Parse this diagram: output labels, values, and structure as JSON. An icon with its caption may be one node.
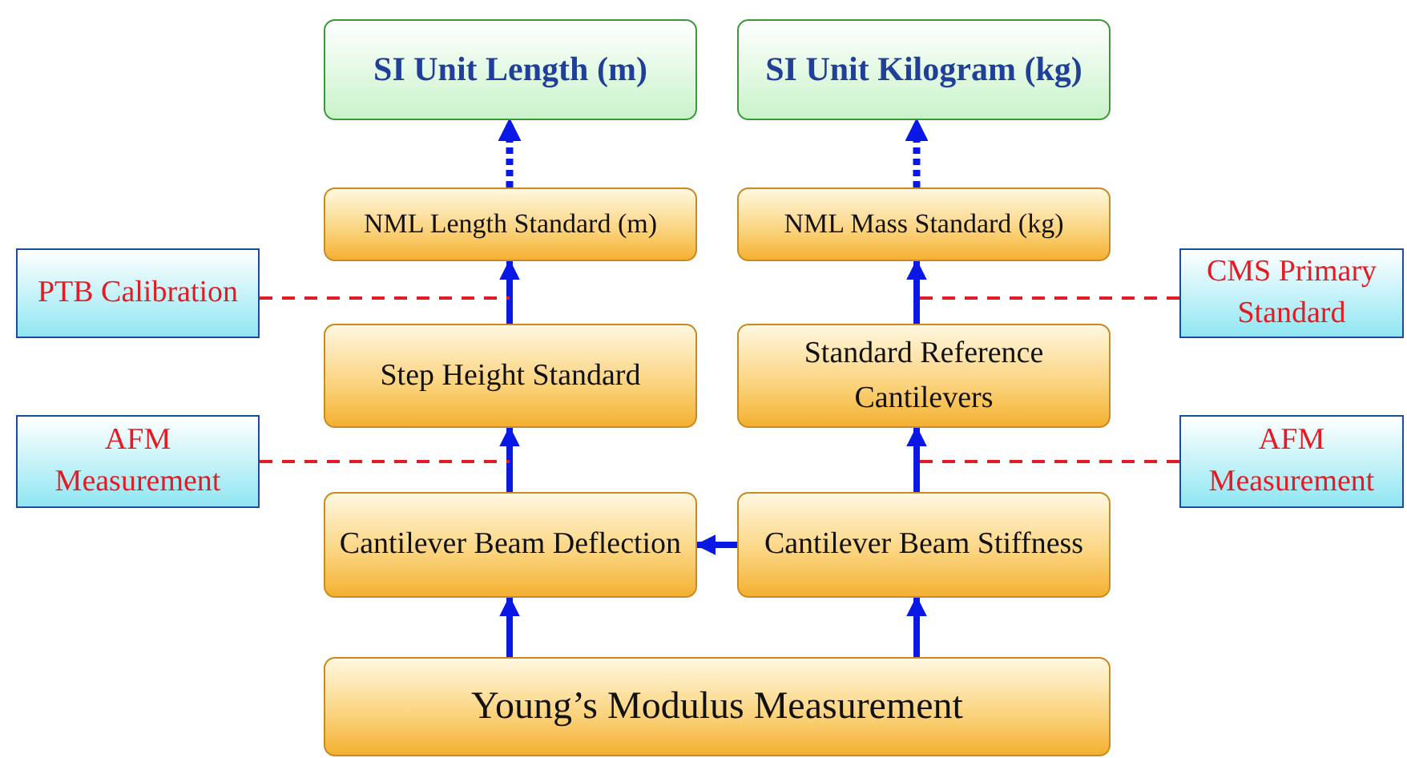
{
  "diagram": {
    "nodes": [
      {
        "text": [
          "SI Unit Length (m)"
        ]
      },
      {
        "text": [
          "SI Unit Kilogram (kg)"
        ]
      },
      {
        "text": [
          "PTB Calibration"
        ]
      },
      {
        "text": [
          "NML Length Standard (m)"
        ]
      },
      {
        "text": [
          "NML Mass Standard (kg)"
        ]
      },
      {
        "text": [
          "CMS Primary Standard"
        ]
      },
      {
        "text": [
          "Step Height Standard"
        ]
      },
      {
        "text": [
          "Standard Reference Cantilevers"
        ]
      },
      {
        "text": [
          "AFM Measurement"
        ]
      },
      {
        "text": [
          "AFM Measurement"
        ]
      },
      {
        "text": [
          "Cantilever Beam Deflection"
        ]
      },
      {
        "text": [
          "Cantilever Beam Stiffness"
        ]
      },
      {
        "text": [
          "Young’s Modulus Measurement"
        ]
      }
    ],
    "edges": [
      {
        "from": 3,
        "to": 0,
        "arrow": "to",
        "style": "dashed"
      },
      {
        "from": 4,
        "to": 1,
        "arrow": "to",
        "style": "dashed"
      },
      {
        "from": 6,
        "to": 3,
        "arrow": "to"
      },
      {
        "from": 7,
        "to": 4,
        "arrow": "to"
      },
      {
        "from": 10,
        "to": 6,
        "arrow": "to"
      },
      {
        "from": 11,
        "to": 7,
        "arrow": "to"
      },
      {
        "from": 11,
        "to": 10,
        "arrow": "to"
      },
      {
        "from": 12,
        "to": 10,
        "arrow": "to"
      },
      {
        "from": 12,
        "to": 11,
        "arrow": "to"
      },
      {
        "from": 2,
        "to": null,
        "arrow": "none",
        "style": "dashed",
        "color": "#e31b23"
      },
      {
        "from": 5,
        "to": null,
        "arrow": "none",
        "style": "dashed",
        "color": "#e31b23"
      },
      {
        "from": 8,
        "to": null,
        "arrow": "none",
        "style": "dashed",
        "color": "#e31b23"
      },
      {
        "from": 9,
        "to": null,
        "arrow": "none",
        "style": "dashed",
        "color": "#e31b23"
      }
    ]
  }
}
